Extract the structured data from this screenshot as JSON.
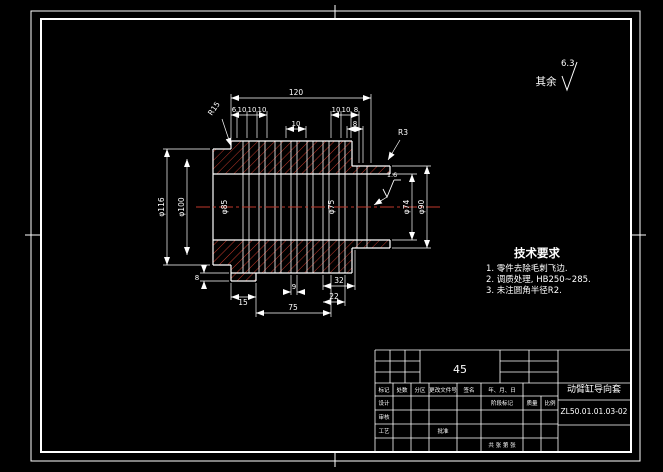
{
  "colors": {
    "background": "#000000",
    "line": "#ffffff",
    "accent_red": "#c0392b"
  },
  "roughness_note": {
    "label": "其余",
    "value": "6.3"
  },
  "tech_req": {
    "title": "技术要求",
    "items": [
      "1. 零件去除毛刺飞边.",
      "2. 调质处理, HB250~285.",
      "3. 未注圆角半径R2."
    ]
  },
  "dims": {
    "len_total": "120",
    "seg1": "6",
    "seg2": "10",
    "seg3": "10",
    "seg4": "10",
    "seg5": "10",
    "seg6": "10",
    "seg7": "8",
    "seg8": "10",
    "seg9": "8",
    "r15": "R15",
    "r3": "R3",
    "ra": "1.6",
    "phi116": "φ116",
    "phi100": "φ100",
    "phi85": "φ85",
    "phi75": "φ75",
    "phi74": "φ74",
    "phi90": "φ90",
    "h8": "8",
    "w15": "15",
    "w9": "9",
    "w32": "32",
    "w22": "22",
    "w75": "75"
  },
  "title_block": {
    "material": "45",
    "part_name": "动臂缸导向套",
    "drawing_no": "ZL50.01.01.03-02",
    "labels": {
      "mark": "标记",
      "count": "处数",
      "zone": "分区",
      "change_doc": "更改文件号",
      "signature": "签名",
      "date": "年、月、日",
      "design": "设计",
      "check": "审核",
      "process": "工艺",
      "approve": "批准",
      "stage": "阶段标记",
      "weight": "质量",
      "scale": "比例",
      "sheets": "共 张 第 张"
    }
  }
}
